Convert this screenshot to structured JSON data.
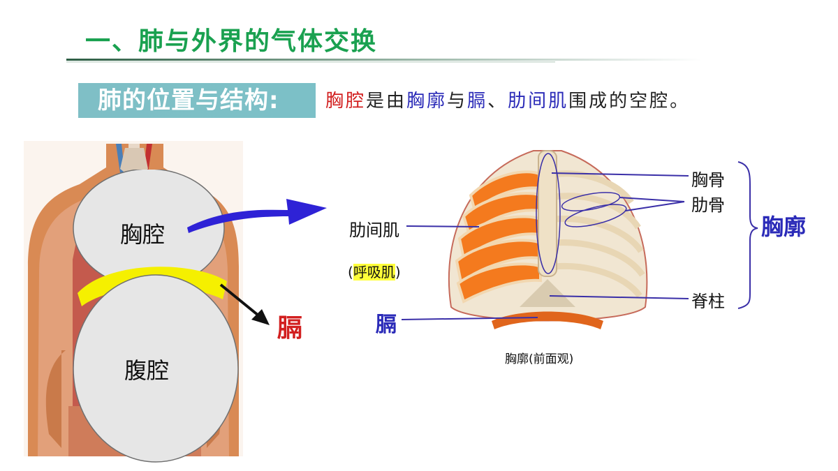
{
  "slide": {
    "title": "一、肺与外界的气体交换",
    "subtitle": "肺的位置与结构:",
    "sentence": {
      "part1": "胸腔",
      "part2": "是由",
      "part3": "胸廓",
      "part4": "与",
      "part5": "膈",
      "part6": "、",
      "part7": "肋间肌",
      "part8": "围成的空腔。"
    }
  },
  "left_figure": {
    "chest_cavity_label": "胸腔",
    "abdominal_cavity_label": "腹腔",
    "diaphragm_label": "膈"
  },
  "right_figure": {
    "labels": {
      "sternum": "胸骨",
      "ribs": "肋骨",
      "spine": "脊柱",
      "intercostal": "肋间肌",
      "respiratory_muscle": "呼吸肌",
      "respiratory_paren_open": "(",
      "respiratory_paren_close": ")",
      "diaphragm": "膈",
      "thorax": "胸廓"
    },
    "caption": "胸廓(前面观)"
  },
  "colors": {
    "title_green": "#1aa150",
    "subtitle_bg": "#7fbfc6",
    "red": "#d21f1f",
    "blue": "#2a2ab8",
    "arrow_blue": "#2e22d6",
    "diaphragm_yellow": "#f5f000",
    "highlight_yellow": "#ffff3a",
    "cavity_gray": "#e6e6e6",
    "rib_orange": "#f47a1e"
  }
}
